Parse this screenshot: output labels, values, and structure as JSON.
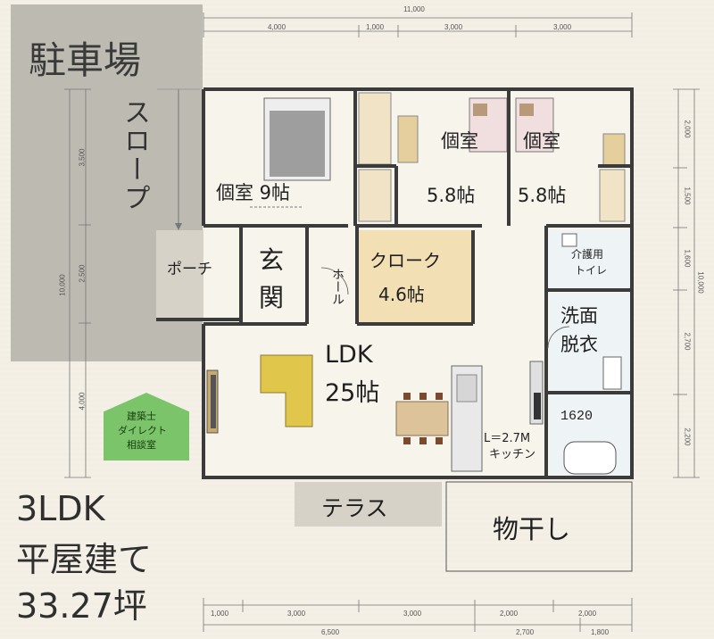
{
  "dimensions": {
    "top_total": "11,000",
    "top": [
      "4,000",
      "1,000",
      "3,000",
      "3,000"
    ],
    "right": [
      "2,000",
      "1,500",
      "1,600",
      "2,700",
      "2,200"
    ],
    "right_total": "10,000",
    "left": [
      "3,500",
      "2,500",
      "4,000"
    ],
    "left_total": "10,000",
    "bottom": [
      "1,000",
      "3,000",
      "3,000",
      "2,000",
      "2,000"
    ],
    "bottom_row2": [
      "6,500",
      "2,700",
      "1,800"
    ]
  },
  "labels": {
    "parking": "駐車場",
    "slope": "スロープ",
    "room9": "個室 9帖",
    "room_a_name": "個室",
    "room_a_size": "5.8帖",
    "room_b_name": "個室",
    "room_b_size": "5.8帖",
    "porch": "ポーチ",
    "entrance_1": "玄",
    "entrance_2": "関",
    "hall": "ホール",
    "cloak_1": "クローク",
    "cloak_2": "4.6帖",
    "toilet_1": "介護用",
    "toilet_2": "トイレ",
    "wash_1": "洗面",
    "wash_2": "脱衣",
    "ldk_1": "LDK",
    "ldk_2": "25帖",
    "bath": "1620",
    "kitchen_1": "L＝2.7M",
    "kitchen_2": "キッチン",
    "terrace": "テラス",
    "drying": "物干し"
  },
  "badge": {
    "line1": "建築士",
    "line2": "ダイレクト",
    "line3": "相談室",
    "color": "#7cc46a"
  },
  "summary": {
    "line1": "3LDK",
    "line2": "平屋建て",
    "line3": "33.27坪"
  },
  "colors": {
    "wall": "#3b3b3b",
    "floor_room": "#f7f4ec",
    "cloak": "#f3dfb4",
    "parking": "#b8b5ad",
    "sofa": "#e0c64a",
    "table": "#dcc39a"
  }
}
